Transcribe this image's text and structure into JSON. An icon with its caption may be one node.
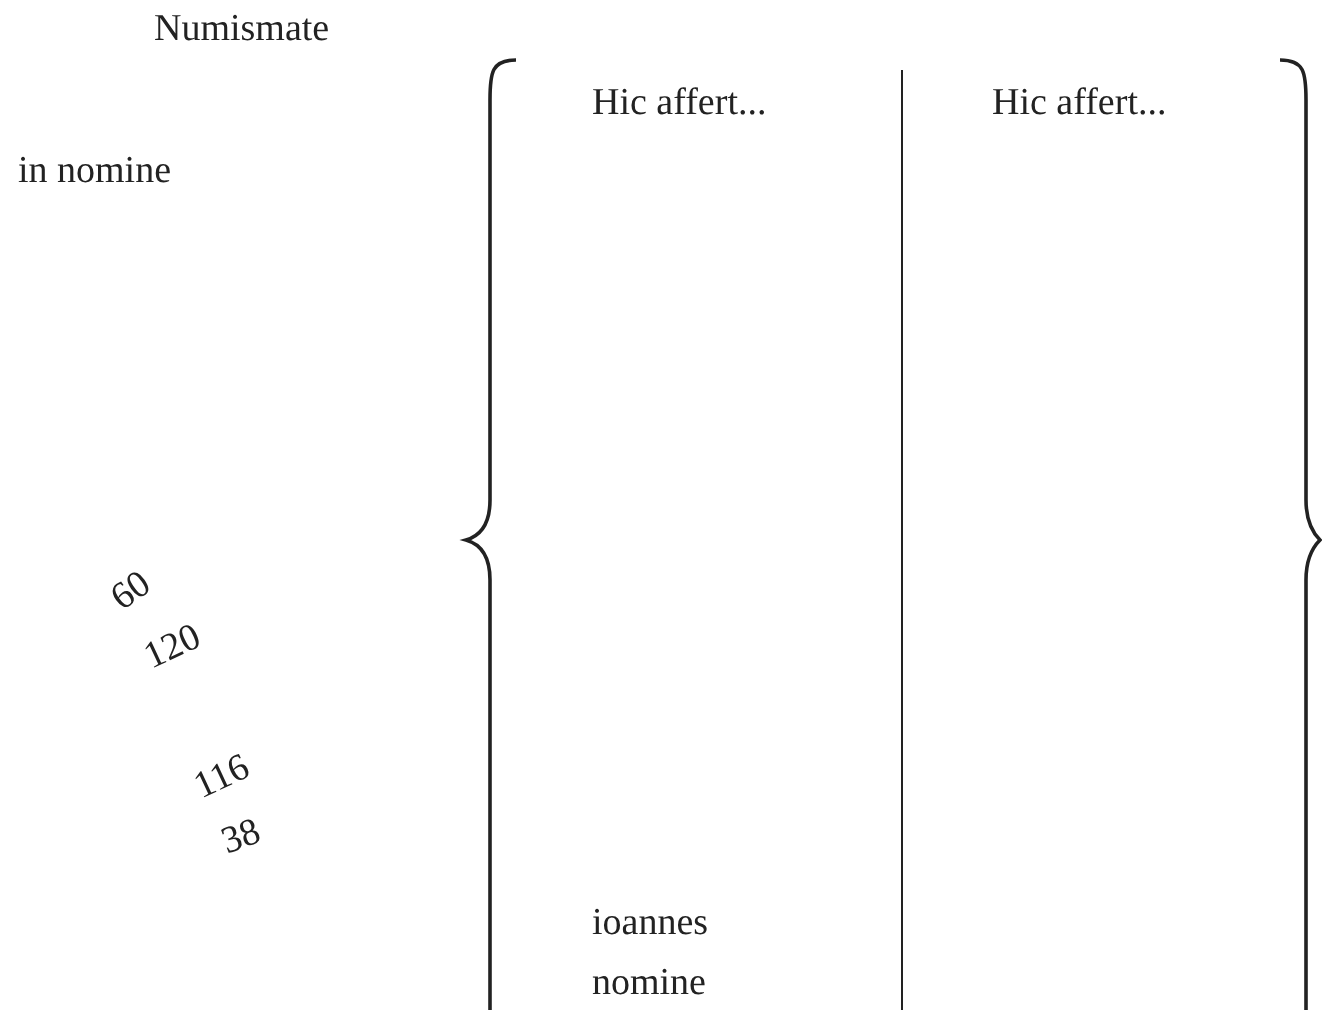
{
  "diagram": {
    "labels": [
      "Numismate",
      "in nomine",
      "Hic affert...",
      "Hic affert...",
      "60",
      "120",
      "116",
      "38",
      "ioannes",
      "nomine"
    ]
  }
}
